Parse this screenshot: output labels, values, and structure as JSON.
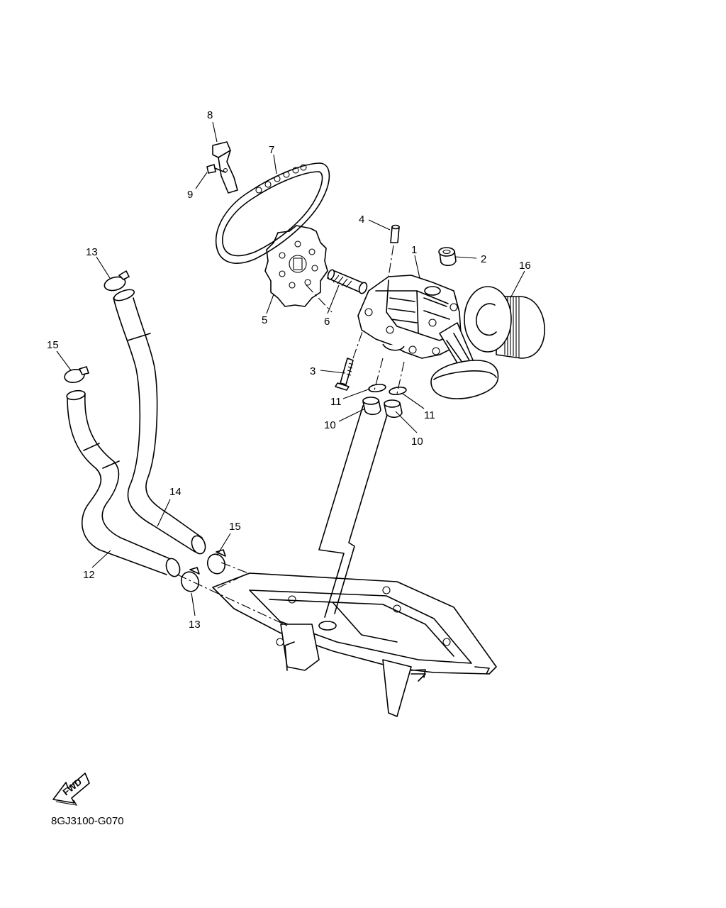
{
  "diagram": {
    "part_labels": [
      "1",
      "2",
      "3",
      "4",
      "5",
      "6",
      "7",
      "8",
      "9",
      "10",
      "10",
      "11",
      "11",
      "12",
      "13",
      "13",
      "14",
      "15",
      "15",
      "16"
    ],
    "fwd_label": "FWD",
    "diagram_code": "8GJ3100-G070"
  }
}
